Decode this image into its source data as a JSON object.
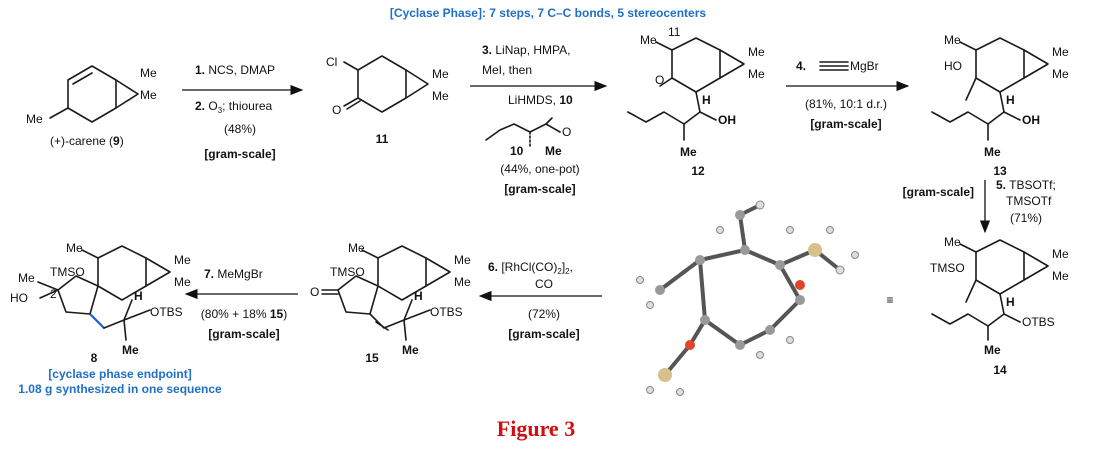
{
  "header": {
    "title": "[Cyclase Phase]: 7 steps, 7 C–C bonds, 5 stereocenters"
  },
  "compounds": {
    "c9": {
      "label": "(+)-carene (",
      "num": "9",
      "close": ")"
    },
    "c11": {
      "num": "11"
    },
    "c12": {
      "num": "12"
    },
    "c13": {
      "num": "13"
    },
    "c14": {
      "num": "14"
    },
    "c15": {
      "num": "15"
    },
    "c8": {
      "num": "8",
      "note1": "[cyclase phase endpoint]",
      "note2": "1.08 g synthesized in one sequence"
    },
    "c10": {
      "num": "10"
    }
  },
  "atoms": {
    "me": "Me",
    "cl": "Cl",
    "o": "O",
    "h": "H",
    "oh": "OH",
    "ho": "HO",
    "otbs": "OTBS",
    "tmso": "TMSO",
    "c11pos": "11",
    "c2pos": "2",
    "mgbr": "MgBr"
  },
  "steps": {
    "s1": {
      "n": "1.",
      "text": " NCS, DMAP"
    },
    "s2": {
      "n": "2.",
      "text1": " O",
      "sub": "3",
      "text2": "; thiourea",
      "yield": "(48%)",
      "scale": "[gram-scale]"
    },
    "s3": {
      "n": "3.",
      "l1": " LiNap, HMPA,",
      "l2": "MeI, then",
      "l3": "LiHMDS, ",
      "ref": "10",
      "yield": "(44%, one-pot)",
      "scale": "[gram-scale]"
    },
    "s4": {
      "n": "4.",
      "yield": "(81%, 10:1 d.r.)",
      "scale": "[gram-scale]"
    },
    "s5": {
      "n": "5.",
      "l1": " TBSOTf;",
      "l2": "TMSOTf",
      "yield": "(71%)",
      "scale": "[gram-scale]"
    },
    "s6": {
      "n": "6.",
      "l1a": " [RhCl(CO)",
      "sub": "2",
      "l1b": "]",
      "sub2": "2",
      "l1c": ",",
      "l2": "CO",
      "yield": "(72%)",
      "scale": "[gram-scale]"
    },
    "s7": {
      "n": "7.",
      "text": " MeMgBr",
      "yield": "(80% + 18% ",
      "yref": "15",
      "yclose": ")",
      "scale": "[gram-scale]"
    }
  },
  "equiv": "≡",
  "figure_caption": "Figure 3"
}
